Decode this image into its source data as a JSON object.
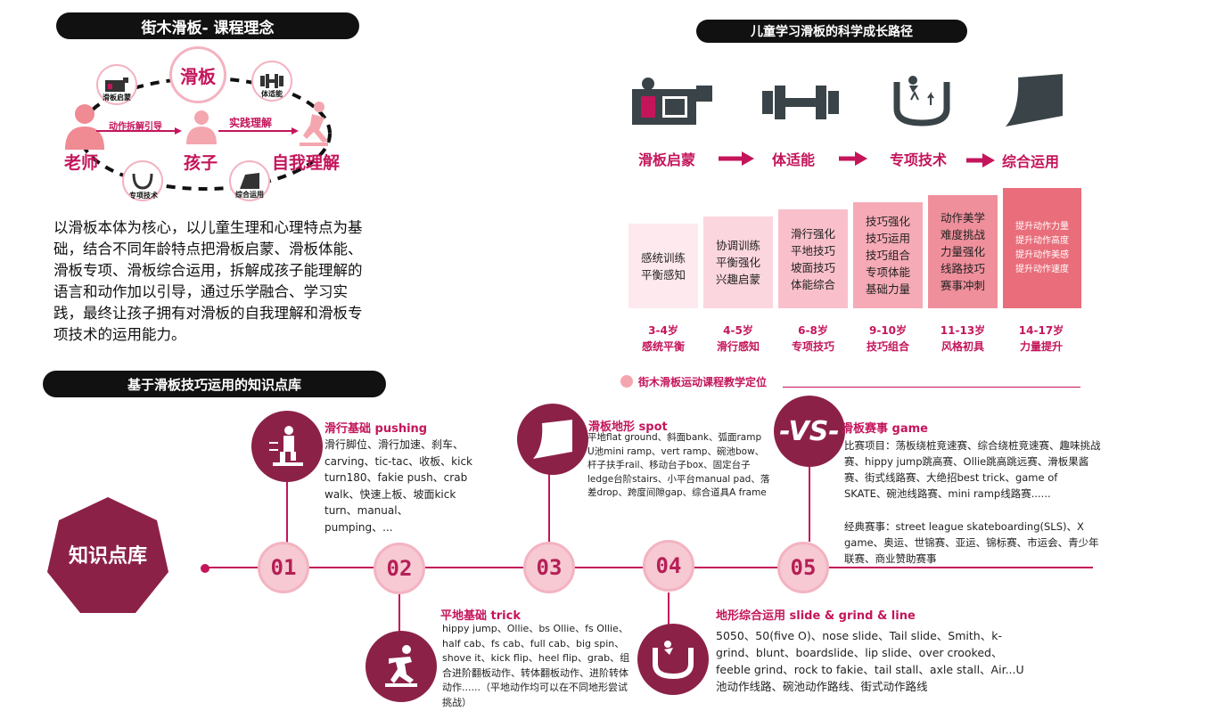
{
  "left_header": "街木滑板- 课程理念",
  "concept": {
    "center_label": "滑板",
    "items": [
      "滑板启蒙",
      "体适能",
      "专项技术",
      "综合运用"
    ],
    "teacher": "老师",
    "child": "孩子",
    "self": "自我理解",
    "arrow1": "动作拆解引导",
    "arrow2": "实践理解"
  },
  "description": "以滑板本体为核心，以儿童生理和心理特点为基础，结合不同年龄特点把滑板启蒙、滑板体能、滑板专项、滑板综合运用，拆解成孩子能理解的语言和动作加以引导，通过乐学融合、学习实践，最终让孩子拥有对滑板的自我理解和滑板专项技术的运用能力。",
  "right_header": "儿童学习滑板的科学成长路径",
  "stages": [
    "滑板启蒙",
    "体适能",
    "专项技术",
    "综合运用"
  ],
  "steps": [
    {
      "lines": [
        "感统训练",
        "平衡感知"
      ],
      "age": "3-4岁",
      "focus": "感统平衡",
      "color": "#fde9ee"
    },
    {
      "lines": [
        "协调训练",
        "平衡强化",
        "兴趣启蒙"
      ],
      "age": "4-5岁",
      "focus": "滑行感知",
      "color": "#fbd6de"
    },
    {
      "lines": [
        "滑行强化",
        "平地技巧",
        "坡面技巧",
        "体能综合"
      ],
      "age": "6-8岁",
      "focus": "专项技巧",
      "color": "#f9c0cb"
    },
    {
      "lines": [
        "技巧强化",
        "技巧运用",
        "技巧组合",
        "专项体能",
        "基础力量"
      ],
      "age": "9-10岁",
      "focus": "技巧组合",
      "color": "#f5aab5"
    },
    {
      "lines": [
        "动作美学",
        "难度挑战",
        "力量强化",
        "线路技巧",
        "赛事冲刺"
      ],
      "age": "11-13岁",
      "focus": "风格初具",
      "color": "#ef8f9b"
    },
    {
      "lines": [
        "提升动作力量",
        "提升动作高度",
        "提升动作美感",
        "提升动作速度"
      ],
      "age": "14-17岁",
      "focus": "力量提升",
      "color": "#e96d7a"
    }
  ],
  "positioning": "街木滑板运动课程教学定位",
  "knowledge_header": "基于滑板技巧运用的知识点库",
  "knowledge_badge": "知识点库",
  "nodes": [
    "01",
    "02",
    "03",
    "04",
    "05"
  ],
  "topics": [
    {
      "title": "滑行基础 pushing",
      "body": "滑行脚位、滑行加速、刹车、carving、tic-tac、收板、kick turn180、fakie push、crab walk、快速上板、坡面kick turn、manual、pumping、..."
    },
    {
      "title": "平地基础 trick",
      "body": "hippy jump、Ollie、bs Ollie、fs Ollie、half cab、fs cab、full cab、big spin、shove it、kick flip、heel flip、grab、组合进阶翻板动作、转体翻板动作、进阶转体动作......（平地动作均可以在不同地形尝试挑战）"
    },
    {
      "title": "滑板地形 spot",
      "body": "平地flat ground、斜面bank、弧面ramp U池mini ramp、vert ramp、碗池bow、杆子扶手rail、移动台子box、固定台子ledge台阶stairs、小平台manual pad、落差drop、跨度间隙gap、综合道具A frame"
    },
    {
      "title": "地形综合运用 slide & grind & line",
      "body": "5050、50(five O)、nose slide、Tail slide、Smith、k-grind、blunt、boardslide、lip slide、over crooked、feeble grind、rock to fakie、tail stall、axle stall、Air...U池动作线路、碗池动作路线、街式动作路线"
    },
    {
      "title": "滑板赛事 game",
      "body": "比赛项目：荡板绕桩竞速赛、综合绕桩竞速赛、趣味挑战赛、hippy jump跳高赛、Ollie跳高跳远赛、滑板果酱赛、街式线路赛、大绝招best trick、game of SKATE、碗池线路赛、mini ramp线路赛......",
      "body2": "经典赛事：street league skateboarding(SLS)、X game、奥运、世锦赛、亚运、锦标赛、市运会、青少年联赛、商业赞助赛事"
    }
  ]
}
